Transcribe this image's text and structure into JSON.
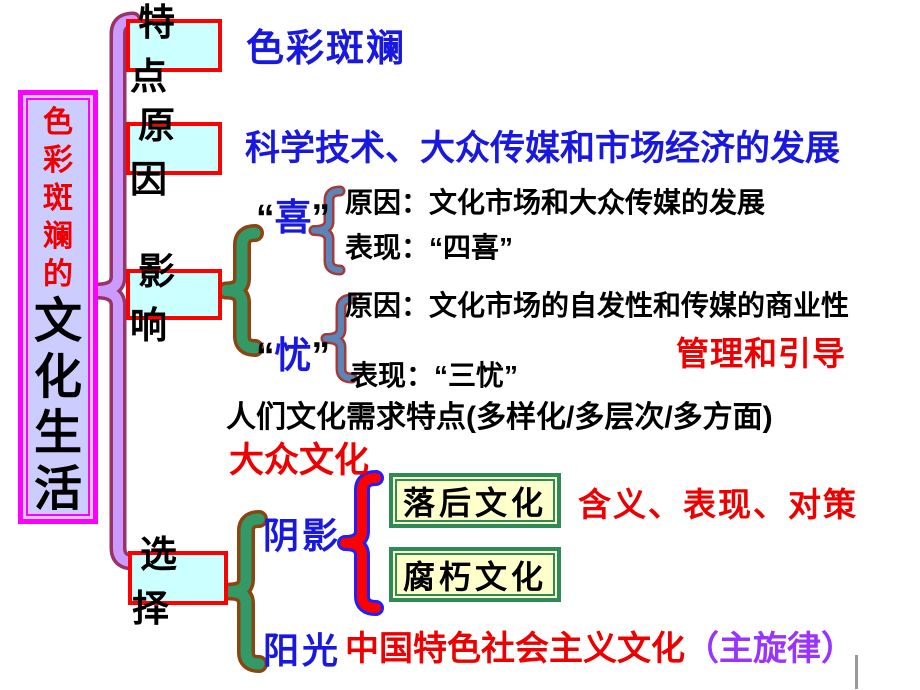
{
  "root": {
    "modifier": "色彩斑斓的",
    "main": "文化生活"
  },
  "branches": {
    "characteristics": {
      "label": "特点",
      "value": "色彩斑斓"
    },
    "reasons": {
      "label": "原因",
      "value": "科学技术、大众传媒和市场经济的发展"
    },
    "influence": {
      "label": "影响",
      "joy": {
        "quote_open": "“",
        "term": "喜",
        "quote_close": "”",
        "cause": "原因：文化市场和大众传媒的发展",
        "manifestation": "表现：“四喜”"
      },
      "worry": {
        "quote_open": "“",
        "term": "忧",
        "quote_close": "”",
        "cause": "原因：文化市场的自发性和传媒的商业性",
        "manifestation": "表现：“三忧”"
      },
      "countermeasure": "管理和引导"
    },
    "demand_note": "人们文化需求特点(多样化/多层次/多方面)",
    "mass_culture": "大众文化",
    "choice": {
      "label": "选择",
      "shadow": "阴影",
      "backward_culture": "落后文化",
      "decadent_culture": "腐朽文化",
      "analysis": "含义、表现、对策",
      "sunshine": "阳光",
      "socialist_culture": "中国特色社会主义文化",
      "main_theme": "（主旋律）"
    }
  },
  "colors": {
    "blue_text": "#1818E0",
    "red_text": "#EE0000",
    "black_text": "#000000",
    "purple_text": "#9933FF",
    "title_box": {
      "border": "#FF00FF",
      "fill": "#CCCCFF"
    },
    "category_box": {
      "border": "#FF0000",
      "fill": "#CCFFFF"
    },
    "culture_box": {
      "border": "#2E8B57",
      "fill": "#FFFFCC"
    },
    "braces": {
      "main": {
        "fill": "#CC99FF",
        "outline": "#993366"
      },
      "green": {
        "fill": "#339966",
        "outline": "#8B4513"
      },
      "small": {
        "fill": "#5B84B8",
        "outline": "#A33B38"
      },
      "red": {
        "fill": "#FF0000",
        "outline": "#2020FF"
      }
    }
  }
}
